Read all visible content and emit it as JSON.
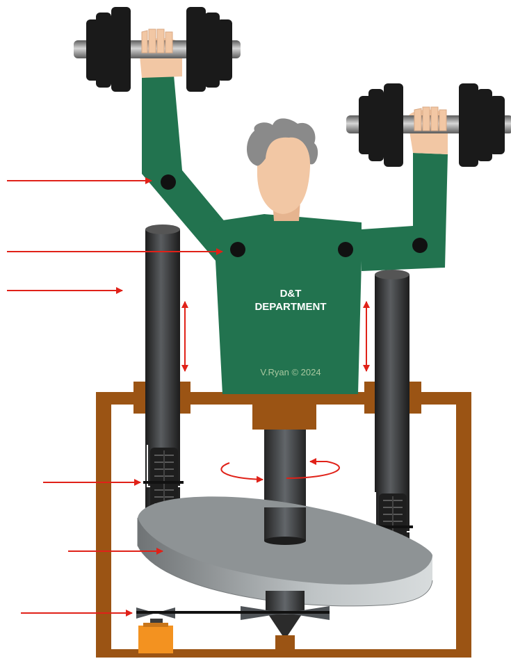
{
  "shirt": {
    "line1": "D&T",
    "line2": "DEPARTMENT",
    "credit": "V.Ryan © 2024"
  },
  "colors": {
    "shirt_green": "#22734f",
    "frame_brown": "#9b5414",
    "skin": "#f2c7a4",
    "hair": "#8a8a8a",
    "arrow_red": "#e02118",
    "rod_dark": "#2b2b2b",
    "disc_grey": "#8d9294",
    "motor_orange": "#f39220"
  },
  "pointer_arrows": [
    {
      "name": "arrow-shoulder-joint"
    },
    {
      "name": "arrow-chest-joint"
    },
    {
      "name": "arrow-left-column"
    },
    {
      "name": "arrow-wheel"
    },
    {
      "name": "arrow-rotating-disc"
    },
    {
      "name": "arrow-pulley-belt"
    }
  ]
}
